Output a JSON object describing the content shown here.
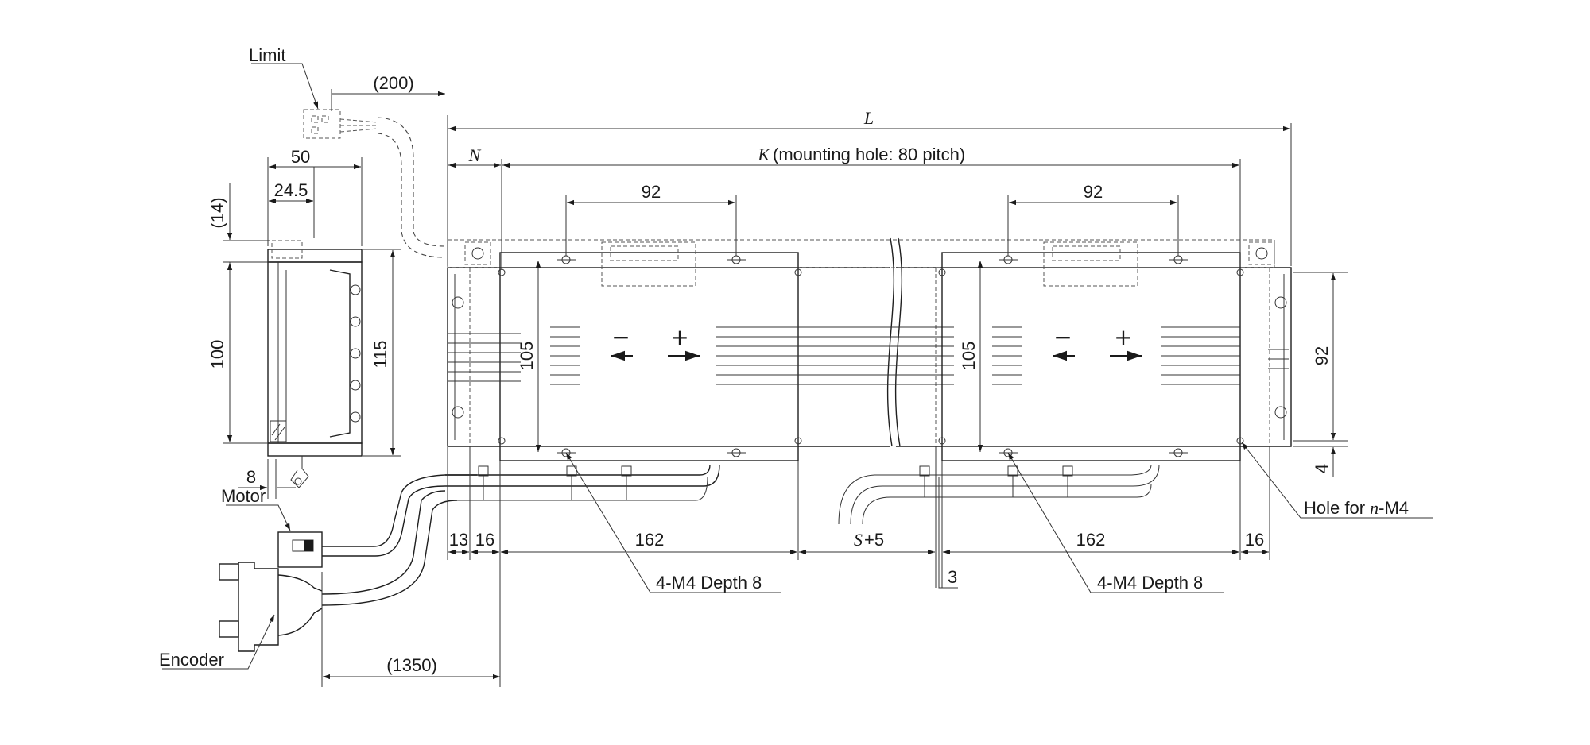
{
  "callouts": {
    "limit": "Limit",
    "motor": "Motor",
    "encoder": "Encoder",
    "hole": "Hole for ",
    "hole_var": "n",
    "hole_suffix": "-M4",
    "tap_left": "4-M4 Depth 8",
    "tap_right": "4-M4 Depth 8"
  },
  "dims": {
    "cable_200": "(200)",
    "cable_1350": "(1350)",
    "side_w50": "50",
    "side_w245": "24.5",
    "side_14": "(14)",
    "side_100": "100",
    "side_115": "115",
    "side_8": "8",
    "L": "L",
    "N": "N",
    "K": "K",
    "K_suffix": "(mounting hole: 80 pitch)",
    "slider_92_left": "92",
    "slider_92_right": "92",
    "slider_105_left": "105",
    "slider_105_right": "105",
    "base_92": "92",
    "base_4": "4",
    "bot_13": "13",
    "bot_16_left": "16",
    "bot_162_left": "162",
    "bot_S": "S",
    "bot_S_suffix": "+5",
    "bot_162_right": "162",
    "bot_16_right": "16",
    "gap_3": "3"
  },
  "symbols": {
    "minus": "−",
    "plus": "+"
  }
}
